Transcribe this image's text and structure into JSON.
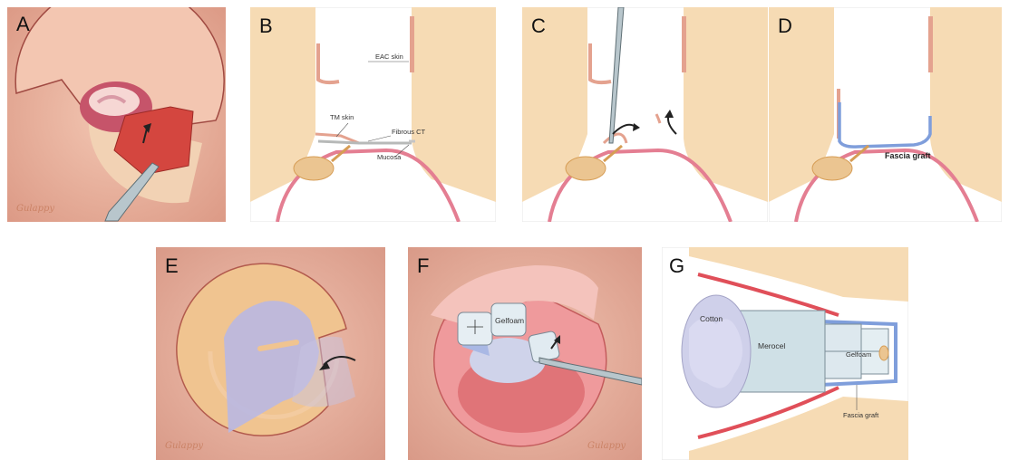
{
  "panels": {
    "a": {
      "letter": "A"
    },
    "b": {
      "letter": "B",
      "labels": {
        "eac_skin": "EAC skin",
        "tm_skin": "TM skin",
        "fibrous_ct": "Fibrous CT",
        "mucosa": "Mucosa"
      }
    },
    "c": {
      "letter": "C"
    },
    "d": {
      "letter": "D",
      "labels": {
        "fascia_graft": "Fascia graft"
      }
    },
    "e": {
      "letter": "E"
    },
    "f": {
      "letter": "F",
      "labels": {
        "gelfoam": "Gelfoam"
      }
    },
    "g": {
      "letter": "G",
      "labels": {
        "cotton": "Cotton",
        "merocel": "Merocel",
        "gelfoam": "Gelfoam",
        "fascia_graft": "Fascia graft"
      }
    }
  },
  "signature": "Gulappy",
  "colors": {
    "skin": "#eab39c",
    "bone": "#f6dbb4",
    "mucosa_pink": "#e47e92",
    "fascia_blue": "#7f9edb",
    "instrument": "#b9c6cc",
    "flap_red": "#d4463f"
  }
}
